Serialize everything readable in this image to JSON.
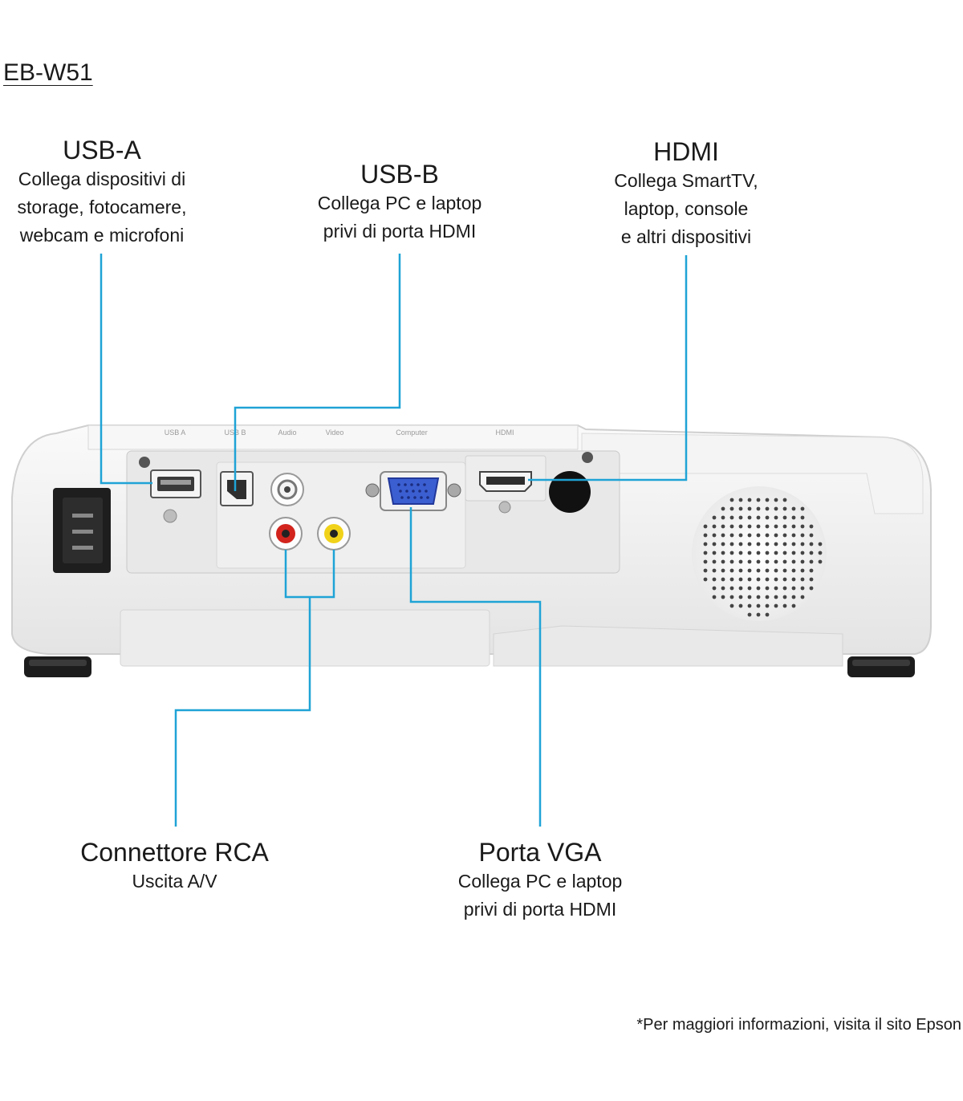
{
  "model": "EB-W51",
  "callouts": {
    "usb_a": {
      "title": "USB-A",
      "lines": [
        "Collega dispositivi di",
        "storage, fotocamere,",
        "webcam e microfoni"
      ]
    },
    "usb_b": {
      "title": "USB-B",
      "lines": [
        "Collega PC e laptop",
        "privi di porta HDMI"
      ]
    },
    "hdmi": {
      "title": "HDMI",
      "lines": [
        "Collega SmartTV,",
        "laptop, console",
        "e altri dispositivi"
      ]
    },
    "rca": {
      "title": "Connettore RCA",
      "lines": [
        "Uscita A/V"
      ]
    },
    "vga": {
      "title": "Porta VGA",
      "lines": [
        "Collega PC e laptop",
        "privi di porta HDMI"
      ]
    }
  },
  "panel_labels": {
    "usb_a": "USB A",
    "usb_b": "USB B",
    "audio": "Audio",
    "video": "Video",
    "computer": "Computer",
    "hdmi": "HDMI"
  },
  "footnote": "*Per maggiori informazioni, visita il sito Epson",
  "colors": {
    "leader": "#1fa3d6",
    "body": "#f1f1f1",
    "panel": "#e9e9e9",
    "vga": "#3b5fd1"
  }
}
